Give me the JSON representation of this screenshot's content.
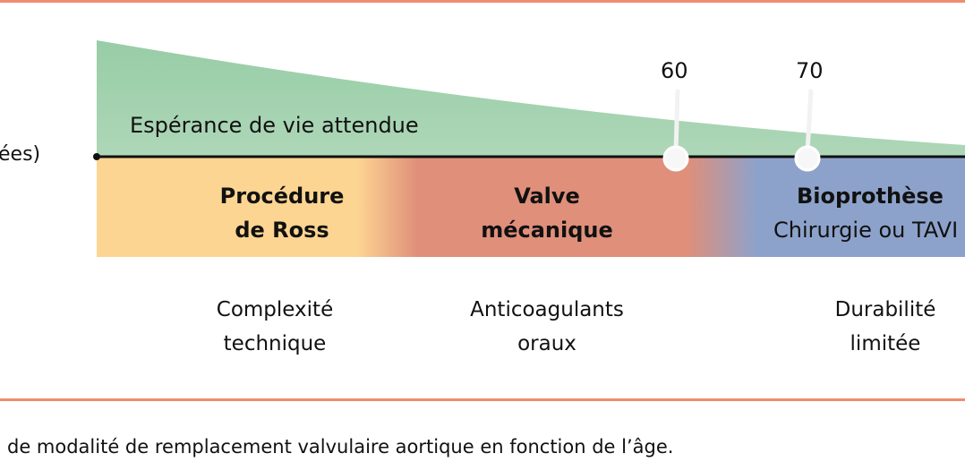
{
  "axis_label_fragment": "ées)",
  "curve_label": "Espérance de vie attendue",
  "markers": [
    {
      "age": "60"
    },
    {
      "age": "70"
    }
  ],
  "zones": [
    {
      "title_line1": "Procédure",
      "title_line2": "de Ross",
      "note_line1": "Complexité",
      "note_line2": "technique"
    },
    {
      "title_line1": "Valve",
      "title_line2": "mécanique",
      "note_line1": "Anticoagulants",
      "note_line2": "oraux"
    },
    {
      "title_line1": "Bioprothèse",
      "title_line2": "Chirurgie ou TAVI",
      "note_line1": "Durabilité",
      "note_line2": "limitée"
    }
  ],
  "caption": "de modalité de remplacement valvulaire aortique en fonction de l’âge.",
  "colors": {
    "green": "#a3d2b0",
    "ross": "#fdd592",
    "mechanical": "#df8f7a",
    "bio": "#8da2cb",
    "rule": "#ef8c6d"
  }
}
